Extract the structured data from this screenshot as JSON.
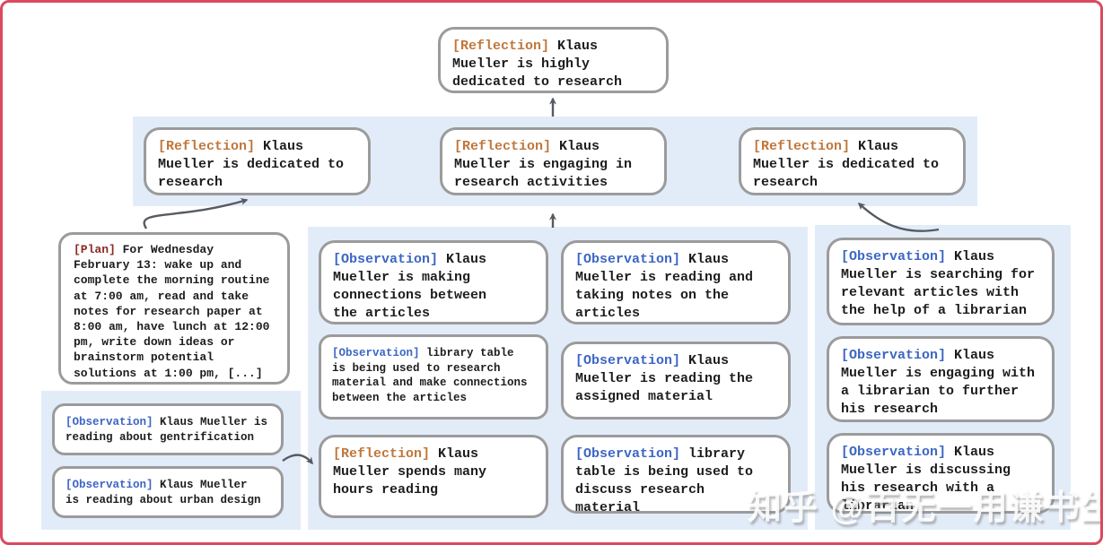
{
  "colors": {
    "frame_border": "#d94a5f",
    "band": "#e2ecf9",
    "node_border": "#9b9b9b",
    "text": "#1d1d1d",
    "reflection_tag": "#c0773b",
    "observation_tag": "#3c66c4",
    "plan_tag": "#8a2a22",
    "arrow": "#565b60"
  },
  "top_node": {
    "tag": "[Reflection]",
    "body": "Klaus\nMueller is highly\ndedicated to research"
  },
  "reflection_row": [
    {
      "tag": "[Reflection]",
      "body": "Klaus\nMueller is dedicated to\nresearch"
    },
    {
      "tag": "[Reflection]",
      "body": "Klaus\nMueller is engaging in\nresearch activities"
    },
    {
      "tag": "[Reflection]",
      "body": "Klaus\nMueller is dedicated to\nresearch"
    }
  ],
  "plan_node": {
    "tag": "[Plan]",
    "body": "For Wednesday\nFebruary 13: wake up and\ncomplete the morning routine\nat 7:00 am, read and take\nnotes for research paper at\n8:00 am, have lunch at 12:00\npm, write down ideas or\nbrainstorm potential\nsolutions at 1:00 pm, [...]"
  },
  "left_group": [
    {
      "tag": "[Observation]",
      "body": "Klaus Mueller is\nreading about gentrification"
    },
    {
      "tag": "[Observation]",
      "body": "Klaus Mueller\nis reading about urban design"
    }
  ],
  "middle_group": {
    "col1": [
      {
        "tag": "[Observation]",
        "body": "Klaus\nMueller is making\nconnections between\nthe articles"
      },
      {
        "tag": "[Observation]",
        "body": "library table\nis being used to research\nmaterial and make connections\nbetween the articles"
      },
      {
        "tag": "[Reflection]",
        "body": "Klaus\nMueller spends many\nhours reading"
      }
    ],
    "col2": [
      {
        "tag": "[Observation]",
        "body": "Klaus\nMueller is reading and\ntaking notes on the\narticles"
      },
      {
        "tag": "[Observation]",
        "body": "Klaus\nMueller is reading the\nassigned material"
      },
      {
        "tag": "[Observation]",
        "body": "library\ntable is being used to\ndiscuss research material"
      }
    ]
  },
  "right_group": [
    {
      "tag": "[Observation]",
      "body": "Klaus\nMueller is searching for\nrelevant articles with\nthe help of a librarian"
    },
    {
      "tag": "[Observation]",
      "body": "Klaus\nMueller is engaging with\na librarian to further\nhis research"
    },
    {
      "tag": "[Observation]",
      "body": "Klaus\nMueller is discussing\nhis research with a\nlibrarian"
    }
  ],
  "watermark": {
    "text": "知乎 @百无一用谦书生"
  }
}
